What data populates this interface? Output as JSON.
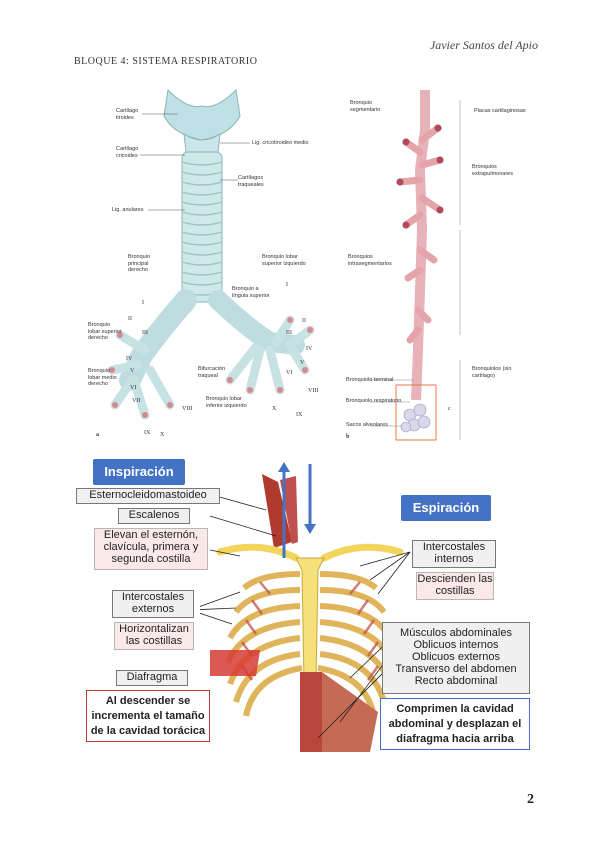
{
  "header": {
    "author": "Javier Santos del Apio",
    "section": "BLOQUE 4: SISTEMA RESPIRATORIO"
  },
  "page_number": "2",
  "left_figure": {
    "labels": {
      "tiroides": "Cartílago tiroides",
      "cricoides": "Cartílago cricoides",
      "lig_crico": "Lig. cricotiroideo medio",
      "traqueales": "Cartílagos traqueales",
      "liq_mucosa": "Lig. anulares",
      "princ_der": "Bronquio principal derecho",
      "sup_izq": "Bronquio lobar superior izquierdo",
      "lingula": "Bronquio a língula superior",
      "inf_sup_der": "Bronquio lobar superior derecho",
      "inf_medio": "Bronquio lobar medio derecho",
      "bifurcacion": "Bifurcación traqueal",
      "inf_izq": "Bronquio lobar inferior izquierdo"
    },
    "roman": [
      "I",
      "II",
      "III",
      "IV",
      "V",
      "VI",
      "VII",
      "VIII",
      "IX",
      "X",
      "I",
      "II",
      "III",
      "IV",
      "V",
      "VI",
      "VIII",
      "IX",
      "X"
    ],
    "letter": "a"
  },
  "right_figure": {
    "labels": {
      "segmental": "Bronquio segmentario",
      "placas": "Placas cartilaginosas",
      "bronquios_lobares": "Bronquios extrapulmonares",
      "intrasegmentario": "Bronquios intrasegmentarios",
      "terminal": "Bronquiolo terminal",
      "respiratorio": "Bronquiolo respiratorio",
      "alveolos": "Sacos alveolares",
      "bronquiolos": "Bronquiolos (sin cartílago)"
    },
    "letter": "b",
    "arrow_label": "c"
  },
  "respiration": {
    "inspiracion": {
      "title": "Inspiración",
      "muscles": [
        "Esternocleidomastoideo",
        "Escalenos"
      ],
      "elevan": "Elevan el esternón, clavícula, primera y segunda costilla",
      "intercostales": "Intercostales externos",
      "horizontalizan": "Horizontalizan las costillas",
      "diafragma": "Diafragma",
      "note": "Al descender se incrementa el tamaño de la cavidad torácica"
    },
    "espiracion": {
      "title": "Espiración",
      "intercostales": "Intercostales internos",
      "descienden": "Descienden las costillas",
      "abdominales": [
        "Músculos abdominales",
        "Oblicuos internos",
        "Oblicuos externos",
        "Transverso del abdomen",
        "Recto abdominal"
      ],
      "note": "Comprimen la cavidad abdominal y desplazan el diafragma hacia arriba"
    },
    "colors": {
      "blue": "#4472c4",
      "muscle": "#c0392b",
      "bone": "#f2d55c",
      "pink_box": "#fbe9ea"
    }
  }
}
